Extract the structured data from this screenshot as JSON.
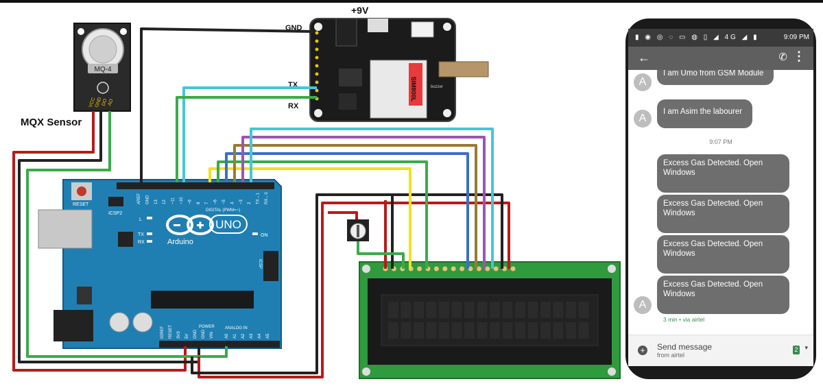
{
  "labels": {
    "power": "+9V",
    "gnd": "GND",
    "tx": "TX",
    "rx": "RX",
    "sensor_caption": "MQX Sensor",
    "sensor_model": "MQ-4",
    "sensor_pins": [
      "VCC",
      "GND",
      "DO",
      "AO"
    ],
    "gsm_chip": "SIM800L",
    "gsm_buzzer": "buzzer",
    "arduino_brand": "Arduino",
    "arduino_model": "UNO",
    "arduino_reset": "RESET",
    "arduino_icsp2": "ICSP2",
    "arduino_icsp": "ICSP",
    "arduino_digital": "DIGITAL (PWM=~)",
    "arduino_analog": "ANALOG IN",
    "arduino_power": "POWER",
    "arduino_leds": [
      "L",
      "TX",
      "RX",
      "ON"
    ],
    "arduino_top_pins": [
      "AREF",
      "GND",
      "13",
      "12",
      "~11",
      "~10",
      "~9",
      "8",
      "7",
      "~6",
      "~5",
      "4",
      "~3",
      "2",
      "TX→1",
      "RX←0"
    ],
    "arduino_power_pins": [
      "IOREF",
      "RESET",
      "3V3",
      "5V",
      "GND",
      "GND",
      "VIN"
    ],
    "arduino_analog_pins": [
      "A0",
      "A1",
      "A2",
      "A3",
      "A4",
      "A5"
    ]
  },
  "phone": {
    "status_icons": [
      "battery-icon",
      "messenger-icon",
      "ovo-icon",
      "circle-icon",
      "camera-icon",
      "hotspot-icon",
      "vibrate-icon",
      "signal-icon",
      "4g-icon",
      "signal-icon",
      "no-sim-icon",
      "battery-icon"
    ],
    "status_net": "4G",
    "status_time": "9:09 PM",
    "partial_message": "I am Umo from GSM Module",
    "messages": [
      {
        "type": "incoming",
        "text": "I am Asim the labourer"
      },
      {
        "type": "timestamp",
        "text": "9:07 PM"
      },
      {
        "type": "outgoing",
        "text": "Excess Gas Detected. Open Windows"
      },
      {
        "type": "outgoing",
        "text": "Excess Gas Detected. Open Windows"
      },
      {
        "type": "outgoing",
        "text": "Excess Gas Detected. Open Windows"
      },
      {
        "type": "outgoing",
        "text": "Excess Gas Detected. Open Windows"
      }
    ],
    "avatar_letter": "A",
    "via": "3 min • via airtel",
    "compose_placeholder": "Send message",
    "compose_from": "from airtel",
    "sim_slot": "2"
  },
  "colors": {
    "arduino_board": "#1f7fb3",
    "gsm_board": "#1b1b1b",
    "lcd_board": "#2f9a3e",
    "wire_red": "#b81a1a",
    "wire_black": "#222222",
    "wire_green": "#3aab4a",
    "wire_cyan": "#45c6d8",
    "wire_yellow": "#f2e21a",
    "wire_blue": "#3b6fc4",
    "wire_brown": "#9b7a34",
    "wire_purple": "#9b55b4",
    "bubble": "#6e6e6e"
  }
}
